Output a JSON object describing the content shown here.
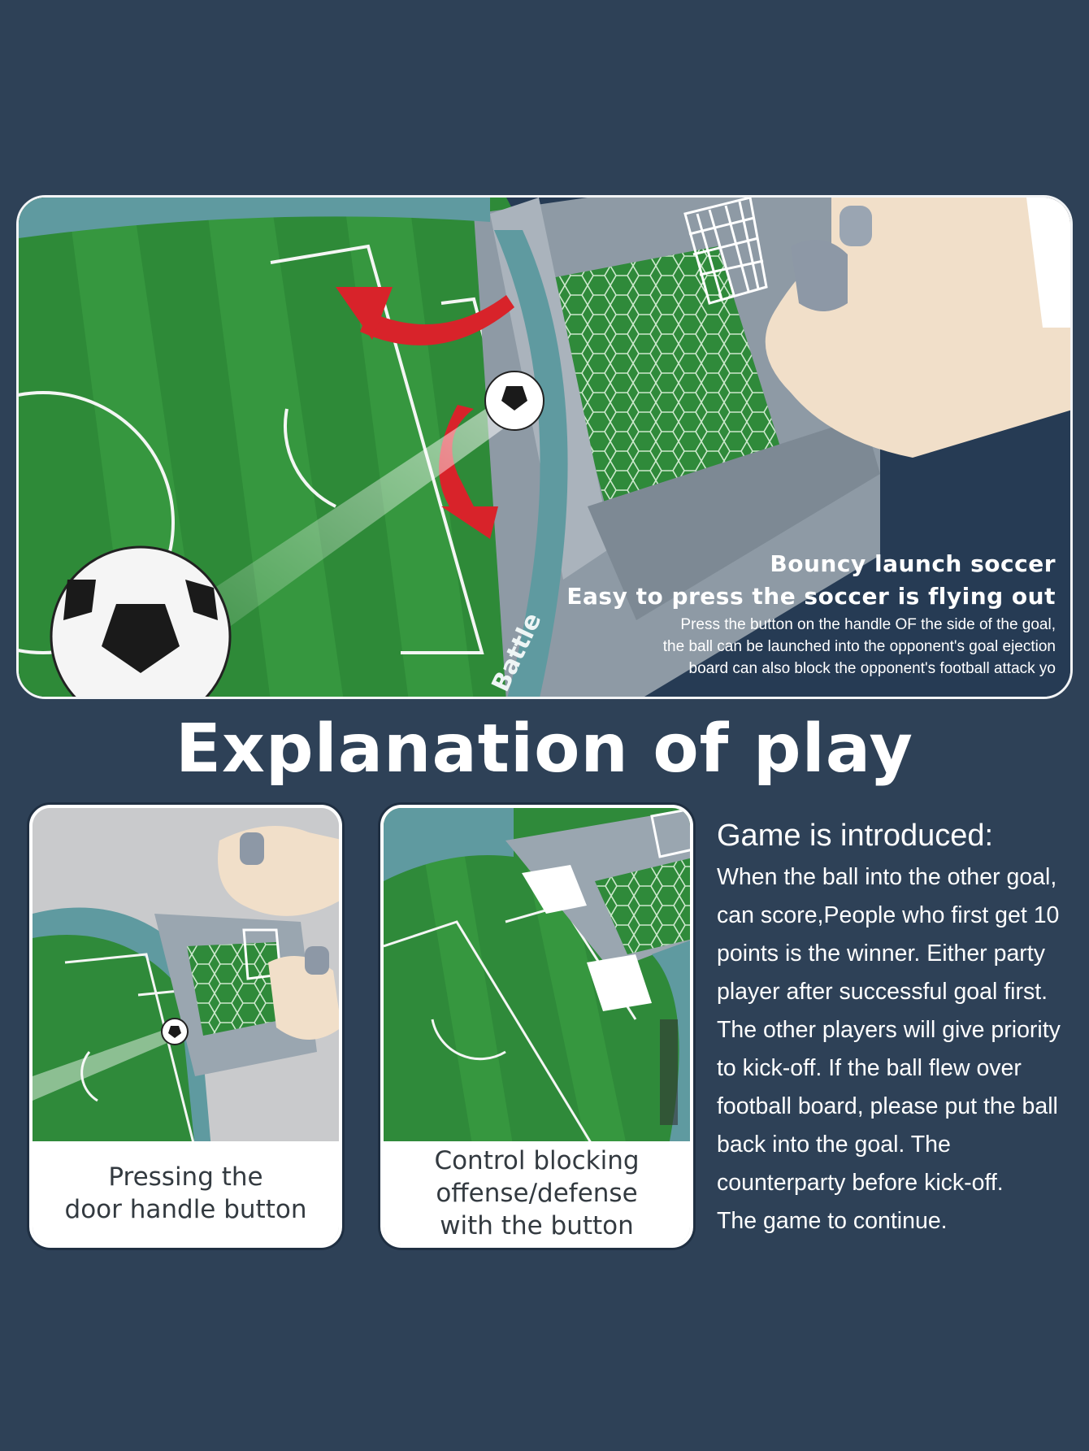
{
  "hero": {
    "board_label": "Battle",
    "headline1": "Bouncy launch soccer",
    "headline2": "Easy to press the soccer is flying out",
    "description": "Press the button on the handle OF the side of the goal,\nthe ball can be launched into the opponent's goal ejection\nboard can also block the opponent's football attack yo"
  },
  "title": "Explanation of play",
  "cards": [
    {
      "label": "Pressing the\ndoor handle button"
    },
    {
      "label": "Control blocking\noffense/defense\nwith the button"
    }
  ],
  "intro": {
    "title": "Game is introduced:",
    "body": "When the ball into the other goal,\ncan score,People who first get 10\npoints is the winner. Either party\nplayer after successful goal first.\nThe other players will give priority\nto kick-off. If the ball flew over\nfootball board, please put the ball\nback into the goal. The\ncounterparty before kick-off.\nThe game to continue."
  },
  "colors": {
    "background": "#2e4157",
    "pitch": "#2f8b3a",
    "arrow": "#d8232a",
    "frame": "#5f9aa0"
  }
}
